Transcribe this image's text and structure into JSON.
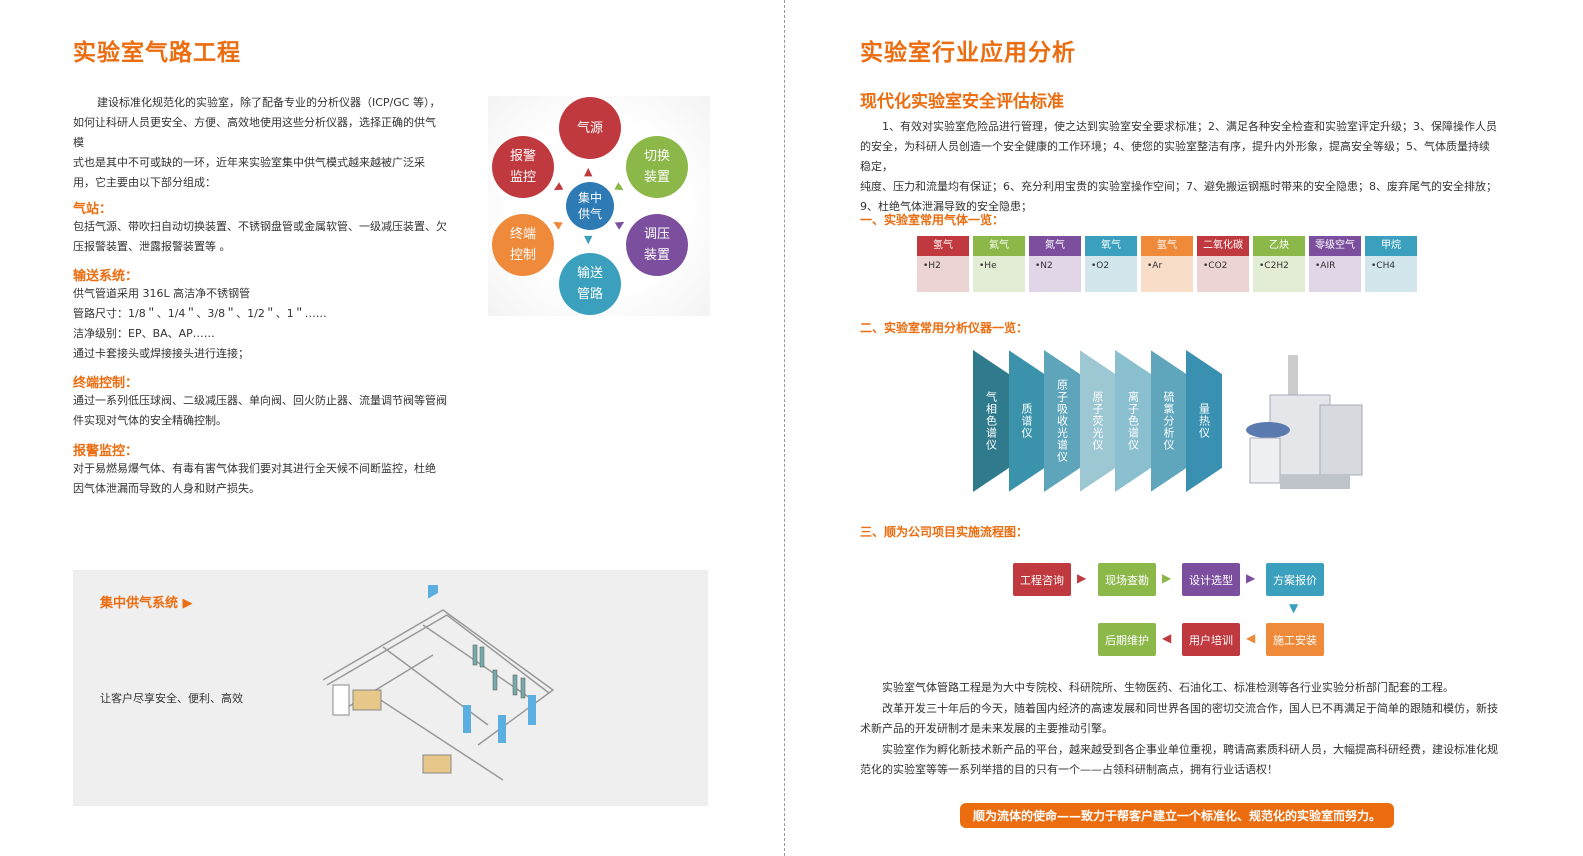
{
  "left": {
    "title": "实验室气路工程",
    "intro": [
      "建设标准化规范化的实验室，除了配备专业的分析仪器（ICP/GC 等），",
      "如何让科研人员更安全、方便、高效地使用这些分析仪器，选择正确的供气模",
      "式也是其中不可或缺的一环，近年来实验室集中供气模式越来越被广泛采",
      "用，它主要由以下部分组成："
    ],
    "sections": [
      {
        "heading": "气站：",
        "lines": [
          "包括气源、带吹扫自动切换装置、不锈钢盘管或金属软管、一级减压装置、欠",
          "压报警装置、泄露报警装置等 。"
        ]
      },
      {
        "heading": "输送系统：",
        "lines": [
          "供气管道采用 316L 高洁净不锈钢管",
          "管路尺寸：1/8＂、1/4＂、3/8＂、1/2＂、1＂……",
          "洁净级别：EP、BA、AP……",
          "通过卡套接头或焊接接头进行连接；"
        ]
      },
      {
        "heading": "终端控制：",
        "lines": [
          "通过一系列低压球阀、二级减压器、单向阀、回火防止器、流量调节阀等管阀",
          "件实现对气体的安全精确控制。"
        ]
      },
      {
        "heading": "报警监控：",
        "lines": [
          "对于易燃易爆气体、有毒有害气体我们要对其进行全天候不间断监控，杜绝",
          "因气体泄漏而导致的人身和财产损失。"
        ]
      }
    ],
    "cycle": {
      "center": "集中供气",
      "nodes": [
        {
          "label": "气源",
          "color": "#c0393f"
        },
        {
          "label": "切换装置",
          "color": "#8cb84a"
        },
        {
          "label": "调压装置",
          "color": "#7b4f9e"
        },
        {
          "label": "输送管路",
          "color": "#3aa0bd"
        },
        {
          "label": "终端控制",
          "color": "#ee8a3a"
        },
        {
          "label": "报警监控",
          "color": "#c0393f"
        }
      ]
    },
    "panel": {
      "title": "集中供气系统",
      "arrow": "▶",
      "tagline": "让客户尽享安全、便利、高效"
    }
  },
  "right": {
    "title": "实验室行业应用分析",
    "subtitle": "现代化实验室安全评估标准",
    "standards": [
      "1、有效对实验室危险品进行管理，使之达到实验室安全要求标准；2、满足各种安全检查和实验室评定升级；3、保障操作人员",
      "的安全，为科研人员创造一个安全健康的工作环境；4、使您的实验室整洁有序，提升内外形象，提高安全等级；5、气体质量持续稳定，",
      "纯度、压力和流量均有保证；6、充分利用宝贵的实验室操作空间；7、避免搬运钢瓶时带来的安全隐患；8、废弃尾气的安全排放；",
      "9、杜绝气体泄漏导致的安全隐患；"
    ],
    "gas_heading": "一、实验室常用气体一览：",
    "gases": [
      {
        "name": "氢气",
        "formula": "•H2",
        "color": "#c0393f",
        "bg": "#ecd3d4"
      },
      {
        "name": "氦气",
        "formula": "•He",
        "color": "#8cb84a",
        "bg": "#e3ecd5"
      },
      {
        "name": "氮气",
        "formula": "•N2",
        "color": "#7b4f9e",
        "bg": "#e0d6e8"
      },
      {
        "name": "氧气",
        "formula": "•O2",
        "color": "#3aa0bd",
        "bg": "#d2e6ec"
      },
      {
        "name": "氩气",
        "formula": "•Ar",
        "color": "#ee8a3a",
        "bg": "#f8ddc8"
      },
      {
        "name": "二氧化碳",
        "formula": "•CO2",
        "color": "#c0393f",
        "bg": "#ecd3d4"
      },
      {
        "name": "乙炔",
        "formula": "•C2H2",
        "color": "#8cb84a",
        "bg": "#e3ecd5"
      },
      {
        "name": "零级空气",
        "formula": "•AIR",
        "color": "#7b4f9e",
        "bg": "#e0d6e8"
      },
      {
        "name": "甲烷",
        "formula": "•CH4",
        "color": "#3aa0bd",
        "bg": "#d2e6ec"
      }
    ],
    "instrument_heading": "二、实验室常用分析仪器一览：",
    "instruments": [
      {
        "label": "气相色谱仪",
        "color": "#2f7a8c"
      },
      {
        "label": "质谱仪",
        "color": "#3a93ab"
      },
      {
        "label": "原子吸收光谱仪",
        "color": "#5ea5bb"
      },
      {
        "label": "原子荧光仪",
        "color": "#9ec7d4"
      },
      {
        "label": "离子色谱仪",
        "color": "#8abfcf"
      },
      {
        "label": "硫氯分析仪",
        "color": "#5fa5bc"
      },
      {
        "label": "量热仪",
        "color": "#3990b0"
      }
    ],
    "flow_heading": "三、顺为公司项目实施流程图：",
    "flow": [
      {
        "label": "工程咨询",
        "color": "#c0393f"
      },
      {
        "label": "现场查勘",
        "color": "#8cb84a"
      },
      {
        "label": "设计选型",
        "color": "#7b4f9e"
      },
      {
        "label": "方案报价",
        "color": "#3aa0bd"
      },
      {
        "label": "施工安装",
        "color": "#ee8a3a"
      },
      {
        "label": "用户培训",
        "color": "#c0393f"
      },
      {
        "label": "后期维护",
        "color": "#8cb84a"
      }
    ],
    "paragraphs": [
      [
        "实验室气体管路工程是为大中专院校、科研院所、生物医药、石油化工、标准检测等各行业实验分析部门配套的工程。"
      ],
      [
        "改革开发三十年后的今天，随着国内经济的高速发展和同世界各国的密切交流合作，国人已不再满足于简单的跟随和模仿，新技",
        "术新产品的开发研制才是未来发展的主要推动引擎。"
      ],
      [
        "实验室作为孵化新技术新产品的平台，越来越受到各企事业单位重视，聘请高素质科研人员，大幅提高科研经费，建设标准化规",
        "范化的实验室等等一系列举措的目的只有一个——占领科研制高点，拥有行业话语权！"
      ]
    ],
    "banner": "顺为流体的使命——致力于帮客户建立一个标准化、规范化的实验室而努力。"
  }
}
